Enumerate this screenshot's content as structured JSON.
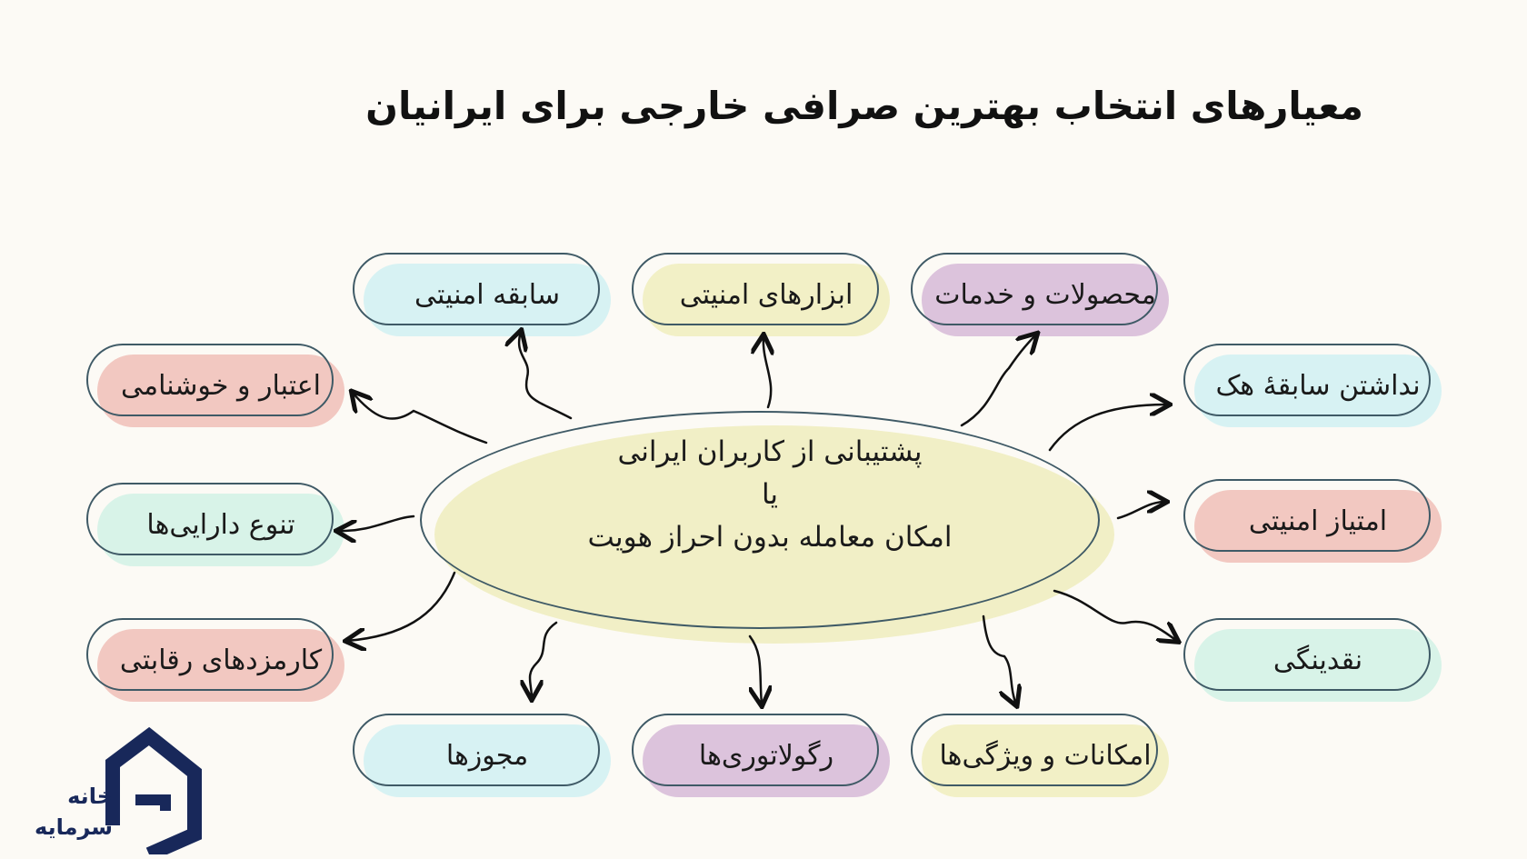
{
  "title": "معیارهای انتخاب بهترین صرافی خارجی برای ایرانیان",
  "center": {
    "line1": "پشتیبانی از کاربران ایرانی",
    "line2": "یا",
    "line3": "امکان معامله بدون احراز هویت"
  },
  "criteria": {
    "security_history": "سابقه امنیتی",
    "security_tools": "ابزارهای امنیتی",
    "products_services": "محصولات و خدمات",
    "reputation": "اعتبار و خوشنامی",
    "no_hack_history": "نداشتن سابقۀ هک",
    "asset_variety": "تنوع دارایی‌ها",
    "security_score": "امتیاز امنیتی",
    "competitive_fees": "کارمزدهای رقابتی",
    "liquidity": "نقدینگی",
    "licenses": "مجوزها",
    "regulatory": "رگولاتوری‌ها",
    "features": "امکانات و ویژگی‌ها"
  },
  "logo": {
    "line1": "خانه",
    "line2": "سرمایه"
  },
  "colors": {
    "blue": "#d7f2f3",
    "yellow": "#f2f0c6",
    "purple": "#dcc3dc",
    "pink": "#f2c8c1",
    "mint": "#d8f3e8",
    "outline": "#3f5a66",
    "logo": "#18285a"
  }
}
